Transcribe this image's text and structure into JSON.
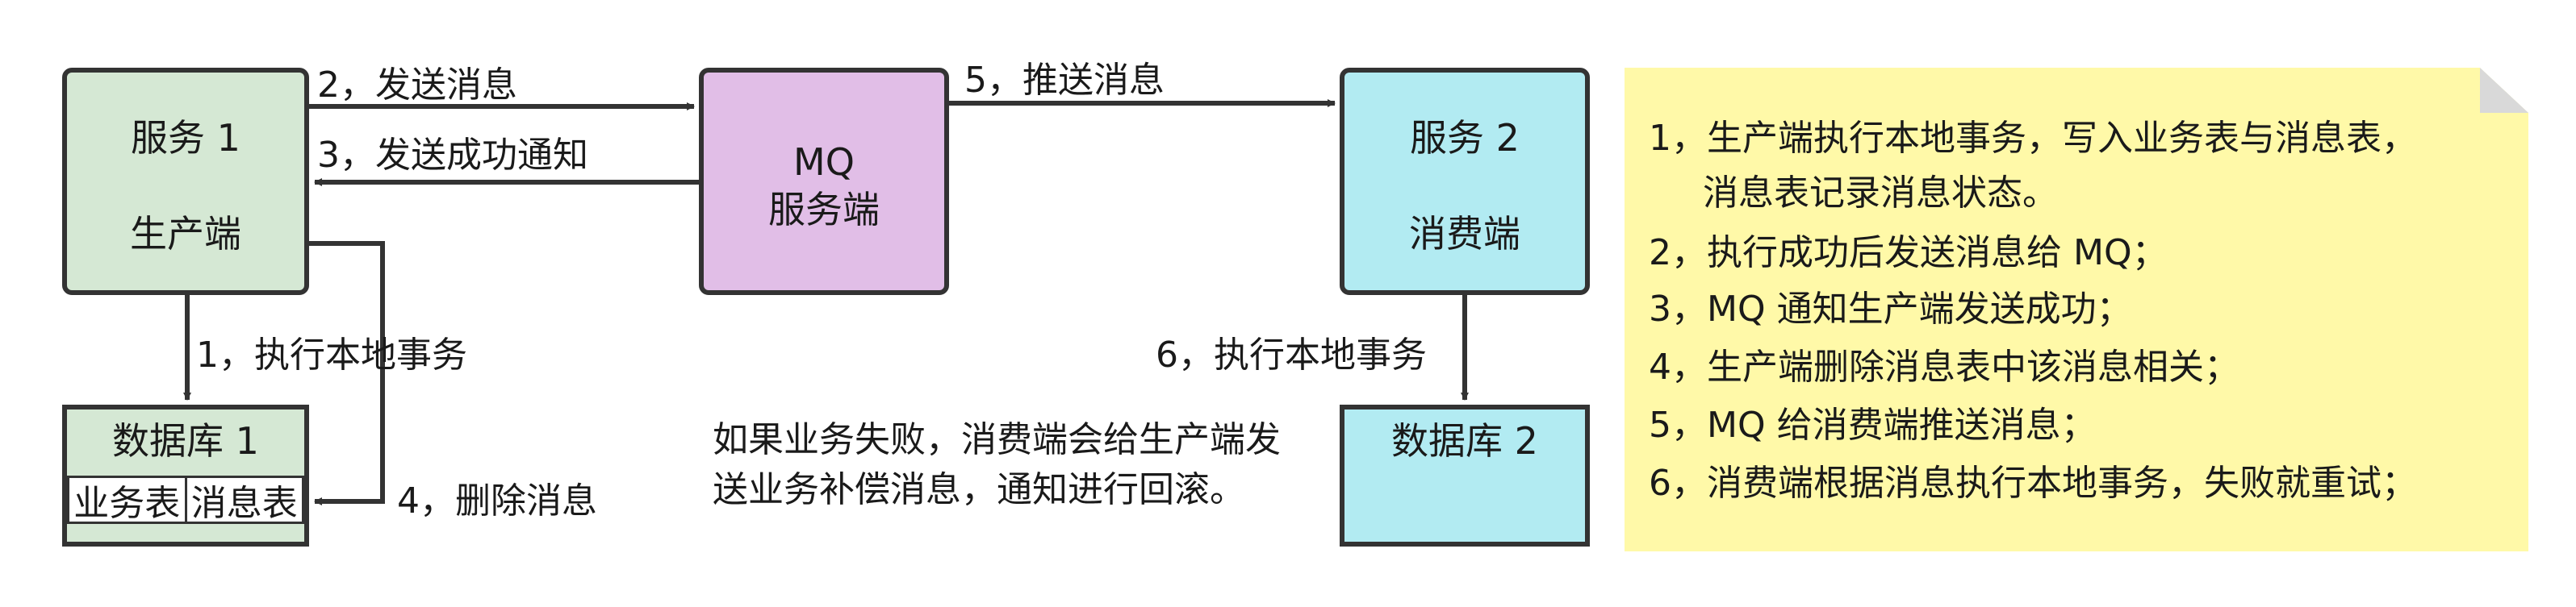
{
  "nodes": {
    "service1": {
      "title": "服务 1",
      "subtitle": "生产端",
      "fill": "#d5e8d4"
    },
    "mq": {
      "line1": "MQ",
      "line2": "服务端",
      "fill": "#e1bee7"
    },
    "service2": {
      "title": "服务 2",
      "subtitle": "消费端",
      "fill": "#b2ebf2"
    },
    "db1": {
      "title": "数据库 1",
      "table_business": "业务表",
      "table_message": "消息表",
      "fill": "#d5e8d4"
    },
    "db2": {
      "title": "数据库 2",
      "fill": "#b2ebf2"
    }
  },
  "edges": {
    "send": "2，发送消息",
    "success": "3，发送成功通知",
    "push": "5，推送消息",
    "local1": "1，执行本地事务",
    "delete": "4，删除消息",
    "local2": "6，执行本地事务"
  },
  "failure_note": {
    "line1": "如果业务失败，消费端会给生产端发",
    "line2": "送业务补偿消息，通知进行回滚。"
  },
  "note": {
    "fill": "#fff9a8",
    "lines": [
      "1，生产端执行本地事务，写入业务表与消息表，",
      "消息表记录消息状态。",
      "2，执行成功后发送消息给 MQ；",
      "3，MQ 通知生产端发送成功；",
      "4，生产端删除消息表中该消息相关；",
      "5，MQ 给消费端推送消息；",
      "6，消费端根据消息执行本地事务，失败就重试；"
    ]
  }
}
